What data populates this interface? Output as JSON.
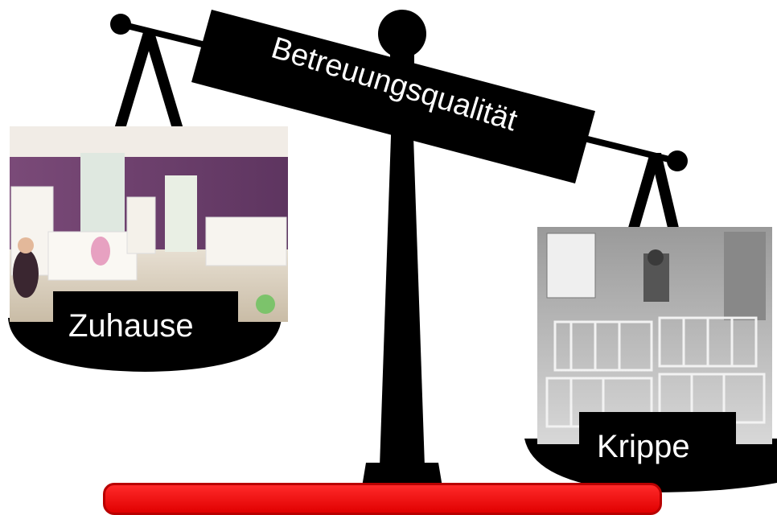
{
  "beam": {
    "label": "Betreuungsqualität"
  },
  "left_pan": {
    "label": "Zuhause",
    "picture": "nursery-room-photo"
  },
  "right_pan": {
    "label": "Krippe",
    "picture": "historic-nursery-bw-photo"
  },
  "colors": {
    "scale": "#000000",
    "label_text": "#ffffff",
    "bottom_bar": "#e00000"
  }
}
